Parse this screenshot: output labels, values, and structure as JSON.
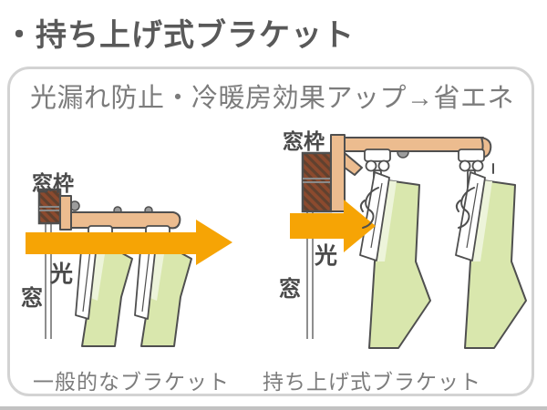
{
  "title": "・持ち上げ式ブラケット",
  "panel": {
    "headline": "光漏れ防止・冷暖房効果アップ→省エネ",
    "diagrams": [
      {
        "name": "general-bracket",
        "labels": {
          "window_frame": "窓枠",
          "light": "光",
          "window": "窓"
        },
        "caption": "一般的なブラケット"
      },
      {
        "name": "lift-up-bracket",
        "labels": {
          "window_frame": "窓枠",
          "light": "光",
          "window": "窓"
        },
        "caption": "持ち上げ式ブラケット"
      }
    ]
  },
  "colors": {
    "accent-orange": "#F6A405",
    "rail-tan": "#ECBC8F",
    "frame-brown": "#8C4A2E",
    "frame-brown-stripe": "#60412F",
    "curtain-green": "#D9E7AD",
    "curtain-green-light": "#EDF4DA",
    "outline-gray": "#4F4F4F",
    "text-dark": "#4A4A4A",
    "text-gray": "#7C7C7C",
    "title-gray": "#595959",
    "border-gray": "#D3D3D3",
    "window-line-gray": "#8E8E8E"
  }
}
